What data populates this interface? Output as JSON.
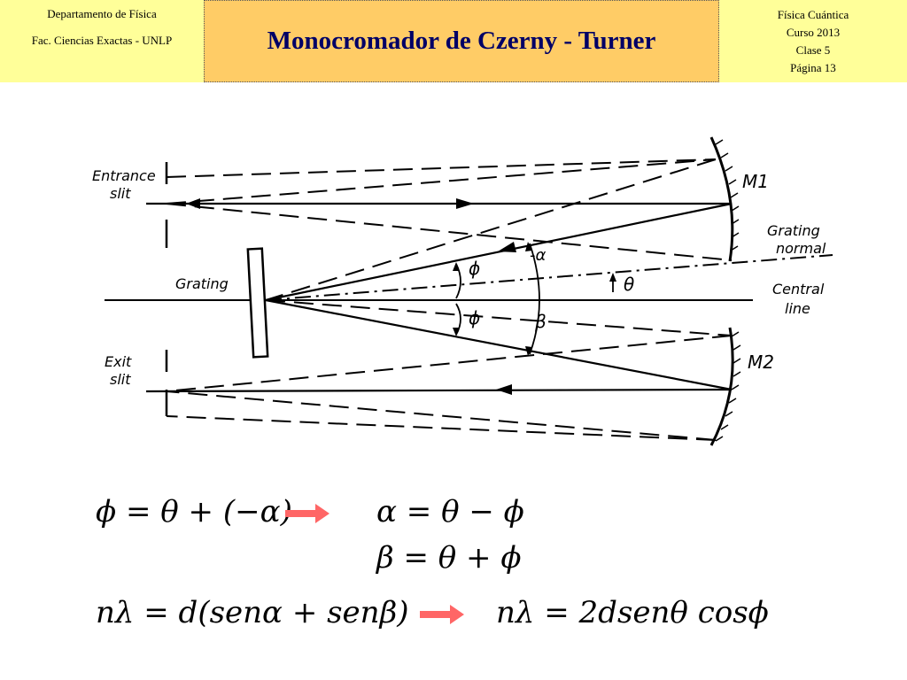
{
  "header": {
    "left_line1": "Departamento de Física",
    "left_line2": "Fac. Ciencias Exactas - UNLP",
    "title": "Monocromador  de Czerny - Turner",
    "right_line1": "Física Cuántica",
    "right_line2": "Curso 2013",
    "right_line3": "Clase 5",
    "right_line4": "Página 13"
  },
  "diagram": {
    "entrance_slit_1": "Entrance",
    "entrance_slit_2": "slit",
    "exit_slit_1": "Exit",
    "exit_slit_2": "slit",
    "grating": "Grating",
    "m1": "M1",
    "m2": "M2",
    "grating_normal_1": "Grating",
    "grating_normal_2": "normal",
    "central_line_1": "Central",
    "central_line_2": "line",
    "phi_top": "ϕ",
    "phi_bottom": "ϕ",
    "minus_alpha": "-α",
    "beta": "β",
    "theta": "θ"
  },
  "equations": {
    "eq1": "ϕ = θ + (−α)",
    "eq2": "α = θ − ϕ",
    "eq3": "β = θ + ϕ",
    "eq4": "nλ = d(senα + senβ)",
    "eq5": "nλ = 2dsenθ cosϕ"
  },
  "colors": {
    "arrow": "#ff6666",
    "title": "#000066",
    "header_yellow": "#ffff99",
    "header_orange": "#ffcc66"
  }
}
